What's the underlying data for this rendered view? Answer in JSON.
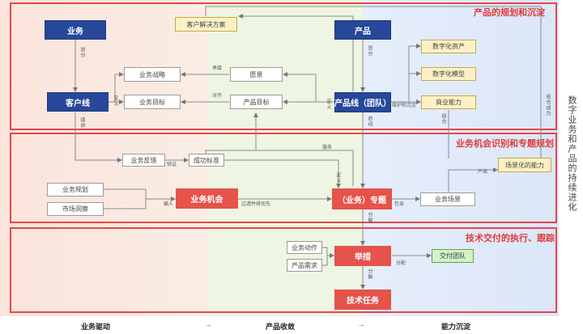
{
  "sections": {
    "s1": "产品的规划和沉淀",
    "s2": "业务机会识别和专题规划",
    "s3": "技术交付的执行、跟踪"
  },
  "side_title": "数字业务和产品的持续进化",
  "nodes": {
    "yewu": "业务",
    "kehuxian": "客户线",
    "chanpin": "产品",
    "chanpinxian": "产品线（团队）",
    "kehu_jiejue": "客户解决方案",
    "yewu_zhanlue": "业务战略",
    "yewu_mubiao": "业务目标",
    "yuanjing": "愿景",
    "chanpin_mubiao": "产品目标",
    "shuzihua_zichan": "数字化资产",
    "shuzihua_moxing": "数字化模型",
    "shangye_nengli": "商业能力",
    "yewu_fankui": "业务反馈",
    "chenggong_biaozhun": "成功标准",
    "yewu_guihua": "业务规划",
    "shichang_dongcha": "市场洞察",
    "yewu_jihui": "业务机会",
    "yewu_zhuanti": "（业务）专题",
    "yewu_changjing": "业务场景",
    "changjinghua_nengli": "场景化的能力",
    "yewu_dongzuo": "业务动作",
    "chanpin_xuqiu": "产品需求",
    "jucuo": "举措",
    "jiaofu_tuandui": "交付团队",
    "jishu_renwu": "技术任务"
  },
  "edge_labels": {
    "huafen1": "划分",
    "huafen2": "划分",
    "chengjie": "承接",
    "duiqi": "对齐",
    "dingyi1": "定义",
    "dingyi2": "定义",
    "tigong": "提供",
    "qidong": "启动",
    "weihu": "维护和沉淀",
    "zuhe": "组合",
    "zuhe_chengwei": "组合成为",
    "fuwu": "服务",
    "yanzheng": "验证",
    "shuru": "输入",
    "guolv": "过滤并排优先",
    "dingyi3": "定义",
    "fenjie1": "分解",
    "baohan": "包含",
    "chanchu": "产出",
    "fenjie2": "分解",
    "fenpei": "分配"
  },
  "footer": {
    "left": "业务驱动",
    "mid": "产品收敛",
    "right": "能力沉淀",
    "arrow": "→"
  },
  "colors": {
    "accent_red": "#e5474a",
    "node_blue": "#27479a",
    "node_red": "#e5534b"
  }
}
